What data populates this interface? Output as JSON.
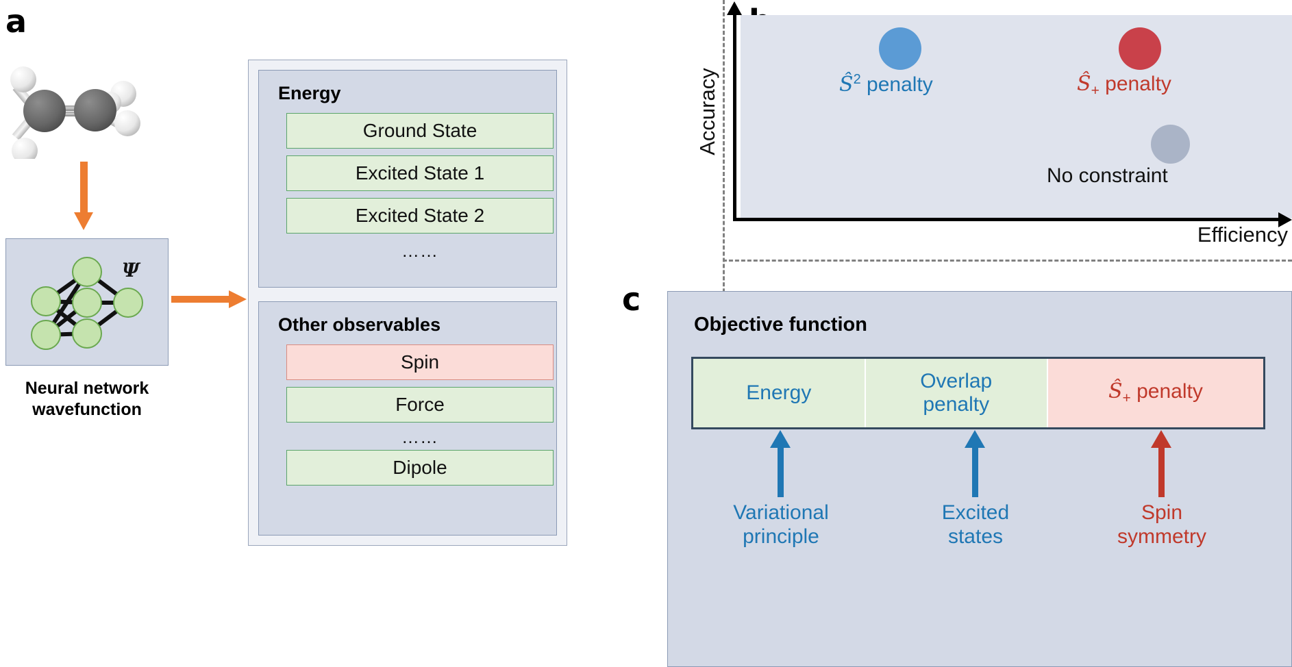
{
  "panels": {
    "a": {
      "letter": "a",
      "molecule": {
        "name": "ethylene-molecule",
        "carbon_color": "#6b6b6b",
        "hydrogen_color": "#f2f2f2"
      },
      "nn": {
        "caption_line1": "Neural network",
        "caption_line2": "wavefunction",
        "wavefunction_symbol": "Ψ",
        "node_color": "#c5e3ae",
        "box_color": "#d3d9e6"
      },
      "arrow_color": "#ED7D31",
      "cards": [
        {
          "title": "Energy",
          "items": [
            {
              "label": "Ground State",
              "style": "green"
            },
            {
              "label": "Excited State 1",
              "style": "green"
            },
            {
              "label": "Excited State 2",
              "style": "green"
            }
          ],
          "ellipsis": "……"
        },
        {
          "title": "Other observables",
          "items": [
            {
              "label": "Spin",
              "style": "red"
            },
            {
              "label": "Force",
              "style": "green"
            }
          ],
          "ellipsis": "……",
          "items_after": [
            {
              "label": "Dipole",
              "style": "green"
            }
          ]
        }
      ]
    },
    "b": {
      "letter": "b",
      "ylabel": "Accuracy",
      "xlabel": "Efficiency",
      "points": [
        {
          "label_prefix": "S",
          "label_sup": "2",
          "label_sub": "",
          "label_rest": " penalty",
          "color": "#5b9bd5",
          "label_color": "#1f77b4",
          "x": 26,
          "y": 14,
          "r": 43
        },
        {
          "label_prefix": "S",
          "label_sup": "",
          "label_sub": "+",
          "label_rest": " penalty",
          "color": "#c9414a",
          "label_color": "#c0392b",
          "x": 64,
          "y": 14,
          "r": 43
        },
        {
          "label_prefix": "",
          "label_sup": "",
          "label_sub": "",
          "label_rest": "No constraint",
          "color": "#aab4c7",
          "label_color": "#111111",
          "x": 72,
          "y": 60,
          "r": 36
        }
      ],
      "plot_bg": "#dfe3ed"
    },
    "c": {
      "letter": "c",
      "title": "Objective function",
      "segments": [
        {
          "label_prefix": "",
          "label_sub": "",
          "label_rest": "Energy",
          "style": "green",
          "width_pct": 30
        },
        {
          "label_prefix": "",
          "label_sub": "",
          "label_rest": "Overlap\npenalty",
          "style": "green",
          "width_pct": 32
        },
        {
          "label_prefix": "S",
          "label_sub": "+",
          "label_rest": " penalty",
          "style": "red",
          "width_pct": 38
        }
      ],
      "footers": [
        {
          "line1": "Variational",
          "line2": "principle",
          "color": "#1f77b4"
        },
        {
          "line1": "Excited",
          "line2": "states",
          "color": "#1f77b4"
        },
        {
          "line1": "Spin",
          "line2": "symmetry",
          "color": "#c0392b"
        }
      ]
    }
  },
  "chart_data": {
    "type": "scatter",
    "title": "",
    "xlabel": "Efficiency",
    "ylabel": "Accuracy",
    "xlim": [
      0,
      100
    ],
    "ylim": [
      0,
      100
    ],
    "grid": false,
    "legend": "none",
    "points": [
      {
        "name": "S^2 penalty",
        "x": 26,
        "y": 86,
        "color": "#5b9bd5"
      },
      {
        "name": "S_+ penalty",
        "x": 64,
        "y": 86,
        "color": "#c9414a"
      },
      {
        "name": "No constraint",
        "x": 72,
        "y": 40,
        "color": "#aab4c7"
      }
    ]
  }
}
